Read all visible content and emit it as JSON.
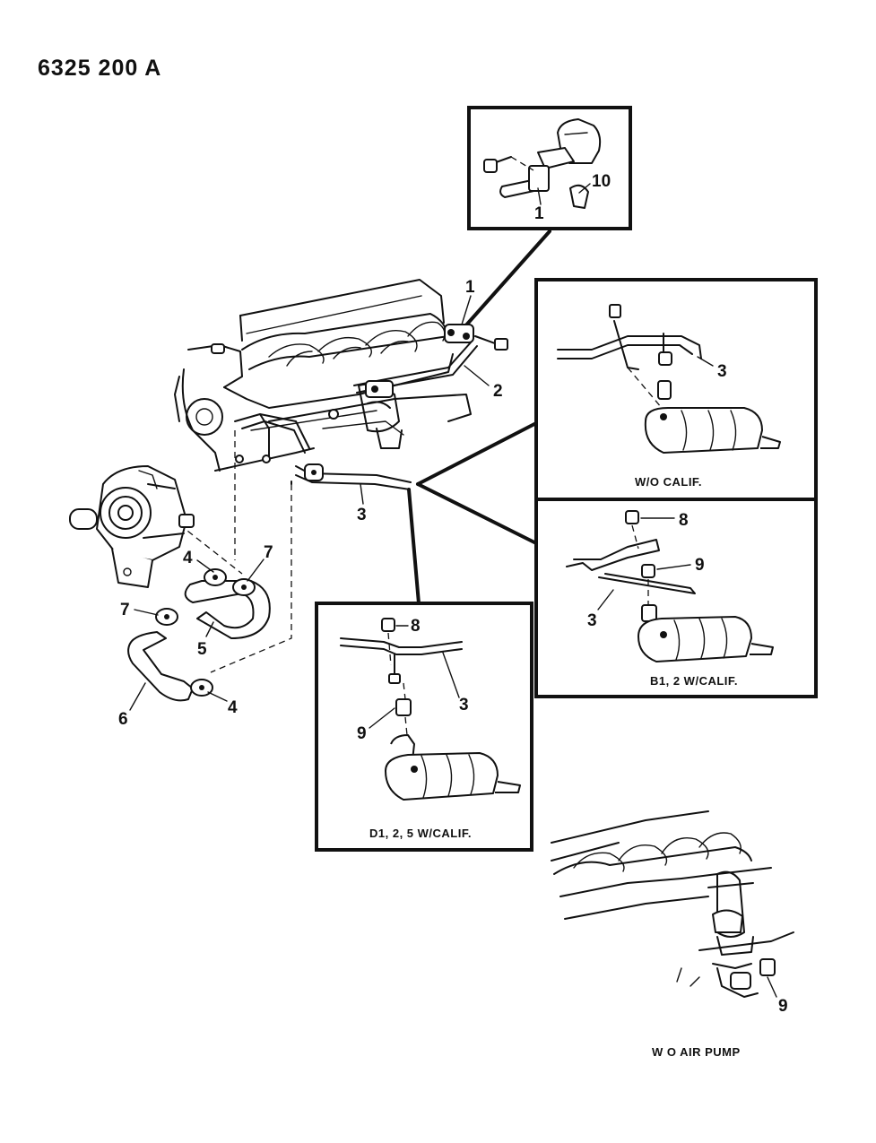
{
  "diagram_code": "6325 200 A",
  "callouts": {
    "inset_top_1": "1",
    "inset_top_10": "10",
    "main_1": "1",
    "main_2": "2",
    "main_3": "3",
    "main_4a": "4",
    "main_4b": "4",
    "main_5": "5",
    "main_6": "6",
    "main_7a": "7",
    "main_7b": "7",
    "woc_3": "3",
    "b12_8": "8",
    "b12_9": "9",
    "b12_3": "3",
    "d125_8": "8",
    "d125_3": "3",
    "d125_9": "9",
    "noair_9": "9"
  },
  "captions": {
    "wo_calif": "W/O CALIF.",
    "b12_calif": "B1, 2 W/CALIF.",
    "d125_calif": "D1, 2, 5 W/CALIF.",
    "wo_air_pump": "W O AIR PUMP"
  }
}
